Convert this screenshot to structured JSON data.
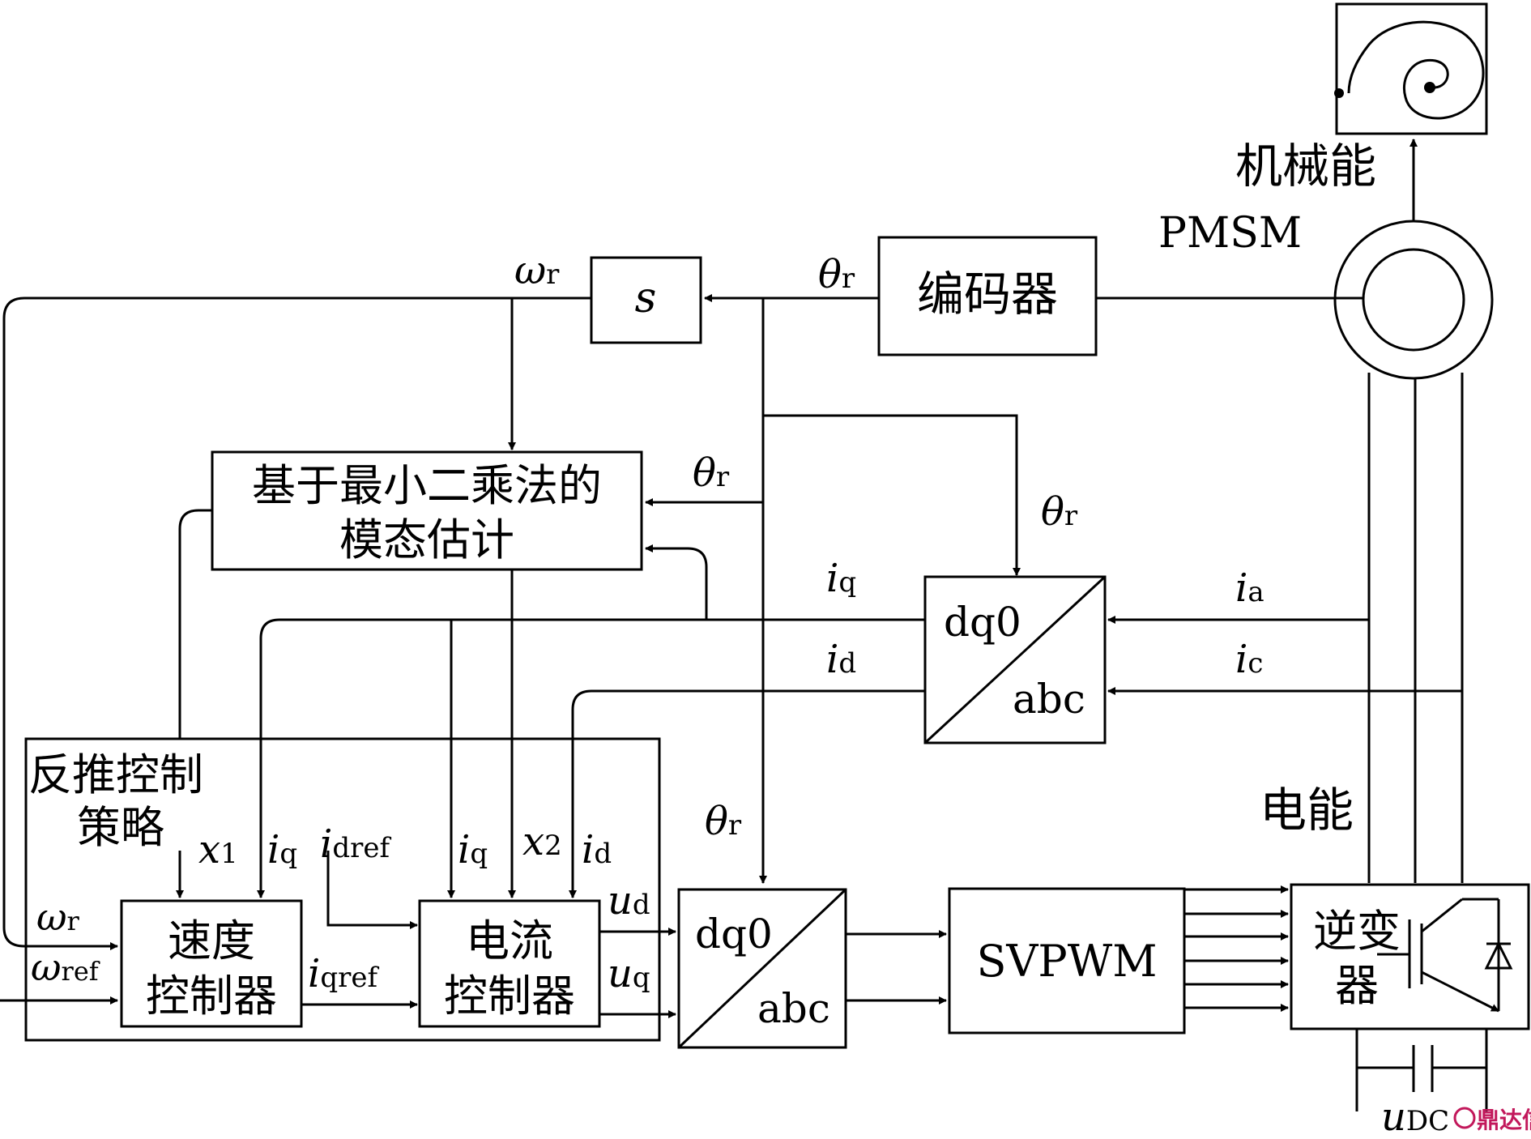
{
  "blocks": {
    "s_block": "s",
    "encoder": "编码器",
    "estimator_line1": "基于最小二乘法的",
    "estimator_line2": "模态估计",
    "dq0_abc": "dq0",
    "abc": "abc",
    "backstepping_line1": "反推控制",
    "backstepping_line2": "策略",
    "speed_ctrl_line1": "速度",
    "speed_ctrl_line2": "控制器",
    "current_ctrl_line1": "电流",
    "current_ctrl_line2": "控制器",
    "svpwm": "SVPWM",
    "inverter_line1": "逆变",
    "inverter_line2": "器"
  },
  "labels": {
    "mechanical_energy": "机械能",
    "pmsm": "PMSM",
    "electrical_energy": "电能",
    "omega": "ω",
    "sub_r": "r",
    "sub_ref": "ref",
    "theta": "θ",
    "i": "i",
    "sub_q": "q",
    "sub_d": "d",
    "sub_a": "a",
    "sub_c": "c",
    "x": "x",
    "sub_1": "1",
    "sub_2": "2",
    "sub_dref": "dref",
    "sub_qref": "qref",
    "u": "u",
    "sub_DC": "DC"
  },
  "watermark": "鼎达信",
  "colors": {
    "line": "#000000",
    "watermark": "#c2185b"
  }
}
